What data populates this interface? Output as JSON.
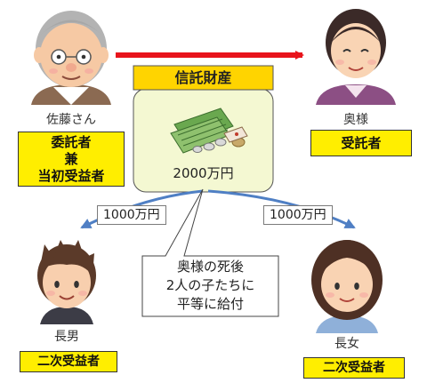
{
  "trust": {
    "title": "信託財産",
    "amount": "2000万円",
    "colors": {
      "title_bg": "#ffd400",
      "body_bg": "#f4f8d2"
    }
  },
  "grandfather": {
    "name": "佐藤さん",
    "role": "委託者\n兼\n当初受益者"
  },
  "wife": {
    "name": "奥様",
    "role": "受託者"
  },
  "son": {
    "name": "長男",
    "role": "二次受益者"
  },
  "daughter": {
    "name": "長女",
    "role": "二次受益者"
  },
  "transfer_left": "1000万円",
  "transfer_right": "1000万円",
  "callout": "奥様の死後\n2人の子たちに\n平等に給付",
  "colors": {
    "arrow_red": "#e8141c",
    "arrow_blue": "#4f7fc4",
    "role_yellow": "#ffee00"
  }
}
